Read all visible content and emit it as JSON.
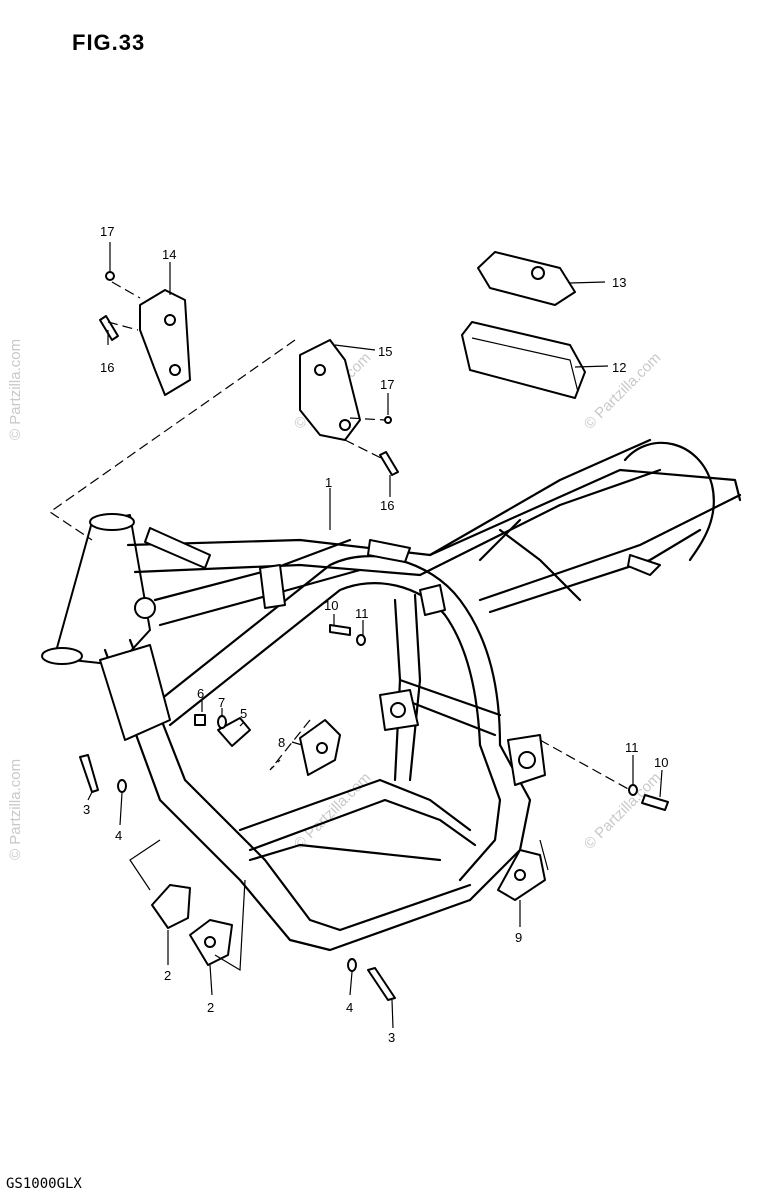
{
  "figure": {
    "title": "FIG.33",
    "model_code": "GS1000GLX"
  },
  "watermark": {
    "text": "© Partzilla.com"
  },
  "callouts": {
    "c1": "1",
    "c2a": "2",
    "c2b": "2",
    "c3a": "3",
    "c3b": "3",
    "c4a": "4",
    "c4b": "4",
    "c5": "5",
    "c6": "6",
    "c7": "7",
    "c8": "8",
    "c9": "9",
    "c10a": "10",
    "c10b": "10",
    "c11a": "11",
    "c11b": "11",
    "c12": "12",
    "c13": "13",
    "c14": "14",
    "c15": "15",
    "c16a": "16",
    "c16b": "16",
    "c17a": "17",
    "c17b": "17"
  }
}
